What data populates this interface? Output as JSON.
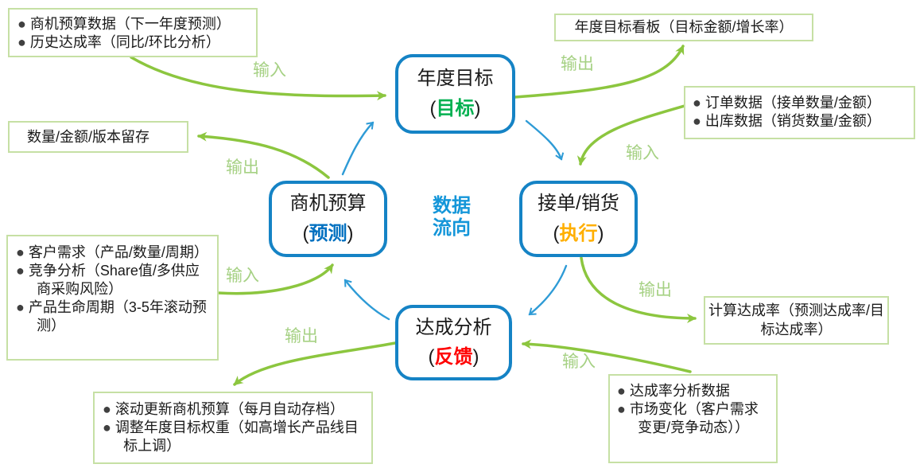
{
  "center_label": {
    "line1": "数据",
    "line2": "流向"
  },
  "nodes": {
    "annual_goal": {
      "title": "年度目标",
      "paren_open": "(",
      "tag": "目标",
      "paren_close": ")"
    },
    "order_sales": {
      "title": "接单/销货",
      "paren_open": "(",
      "tag": "执行",
      "paren_close": ")"
    },
    "achievement": {
      "title": "达成分析",
      "paren_open": "(",
      "tag": "反馈",
      "paren_close": ")"
    },
    "opportunity": {
      "title": "商机预算",
      "paren_open": "(",
      "tag": "预测",
      "paren_close": ")"
    }
  },
  "info_boxes": {
    "budget_history": {
      "items": [
        "商机预算数据（下一年度预测）",
        "历史达成率（同比/环比分析）"
      ]
    },
    "kanban": {
      "text": "年度目标看板（目标金额/增长率）"
    },
    "retention": {
      "text": "数量/金额/版本留存"
    },
    "orders": {
      "items": [
        "订单数据（接单数量/金额）",
        "出库数据（销货数量/金额）"
      ]
    },
    "customer": {
      "items": [
        "客户需求（产品/数量/周期）",
        "竞争分析（Share值/多供应商采购风险）",
        "产品生命周期（3-5年滚动预测）"
      ]
    },
    "rate_calc": {
      "text": "计算达成率（预测达成率/目标达成率）"
    },
    "rate_analysis": {
      "items": [
        "达成率分析数据",
        "市场变化（客户需求变更/竞争动态））"
      ]
    },
    "rolling": {
      "items": [
        "滚动更新商机预算（每月自动存档）",
        "调整年度目标权重（如高增长产品线目标上调）"
      ]
    }
  },
  "flow_labels": {
    "input_annual_goal": "输入",
    "output_annual_goal": "输出",
    "input_order_sales": "输入",
    "output_order_sales": "输出",
    "input_achievement": "输入",
    "output_achievement": "输出",
    "input_opportunity": "输入",
    "output_opportunity": "输出"
  },
  "colors": {
    "node_border": "#1583C5",
    "blue_arrow": "#2E9BD6",
    "green_arrow": "#8CC63F",
    "flow_label": "#A6D184",
    "box_border": "#C6E0A4",
    "tag_goal": "#00B050",
    "tag_execute": "#FFAF00",
    "tag_feedback": "#FF0000",
    "tag_forecast": "#0070C0",
    "center_text": "#1496D9"
  }
}
